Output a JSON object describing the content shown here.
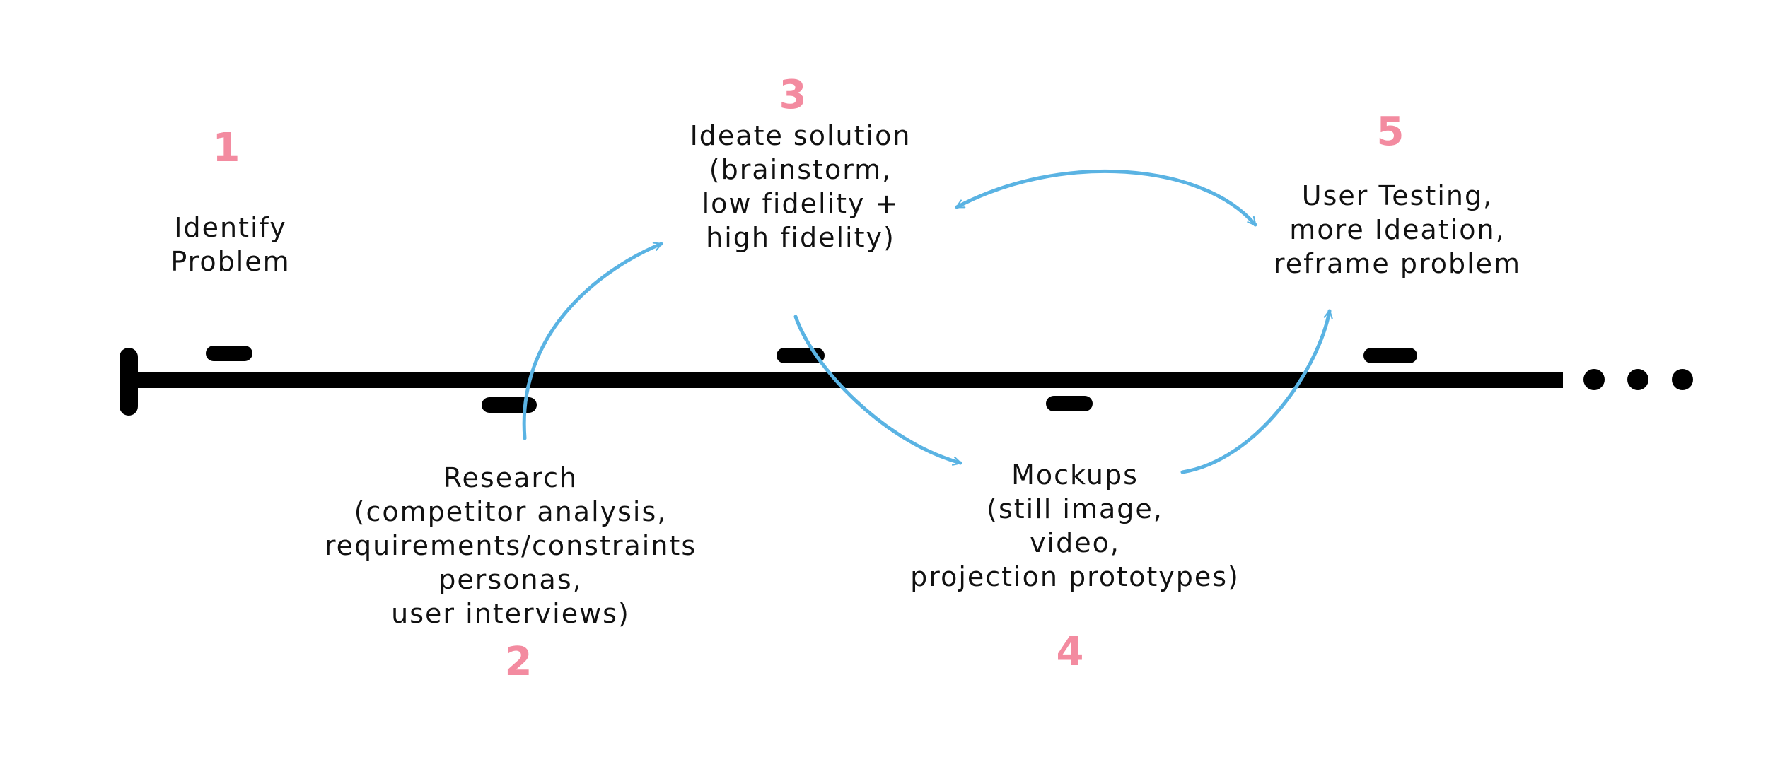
{
  "colors": {
    "timeline": "#000000",
    "arrow": "#5ab3e3",
    "step_number": "#f38ba0",
    "text": "#111111"
  },
  "steps": [
    {
      "number": "1",
      "lines": [
        "Identify",
        "Problem"
      ]
    },
    {
      "number": "2",
      "lines": [
        "Research",
        "(competitor analysis,",
        "requirements/constraints",
        "personas,",
        "user interviews)"
      ]
    },
    {
      "number": "3",
      "lines": [
        "Ideate solution",
        "(brainstorm,",
        "low fidelity +",
        "high  fidelity)"
      ]
    },
    {
      "number": "4",
      "lines": [
        "Mockups",
        "(still image,",
        "video,",
        "projection prototypes)"
      ]
    },
    {
      "number": "5",
      "lines": [
        "User Testing,",
        "more Ideation,",
        "reframe problem"
      ]
    }
  ],
  "timeline": {
    "continues_icon": "ellipsis-dots"
  }
}
